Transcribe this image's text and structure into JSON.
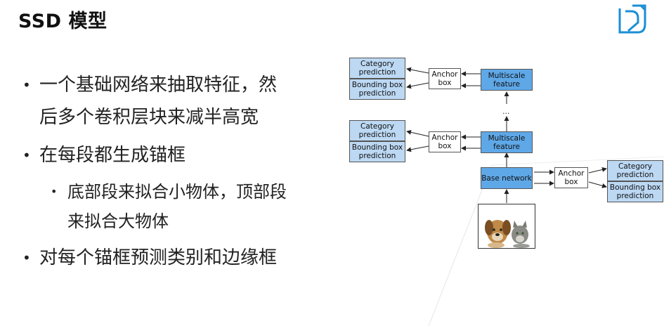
{
  "title": "SSD 模型",
  "bullets": [
    {
      "level": 1,
      "lines": [
        "一个基础网络来抽取特征，然",
        "后多个卷积层块来减半高宽"
      ]
    },
    {
      "level": 1,
      "lines": [
        "在每段都生成锚框"
      ]
    },
    {
      "level": 2,
      "lines": [
        "底部段来拟合小物体，顶部段",
        "来拟合大物体"
      ]
    },
    {
      "level": 1,
      "lines": [
        "对每个锚框预测类别和边缘框"
      ]
    }
  ],
  "diagram": {
    "category_prediction": "Category prediction",
    "bbox_prediction": "Bounding box prediction",
    "anchor_box": "Anchor box",
    "multiscale_feature": "Multiscale feature",
    "base_network": "Base network",
    "ellipsis": "...",
    "input_image": "puppy-and-kitten-photo"
  },
  "colors": {
    "light_box": "#bcd8f3",
    "dark_box": "#5fa8e8",
    "logo": "#1a8fd6"
  }
}
